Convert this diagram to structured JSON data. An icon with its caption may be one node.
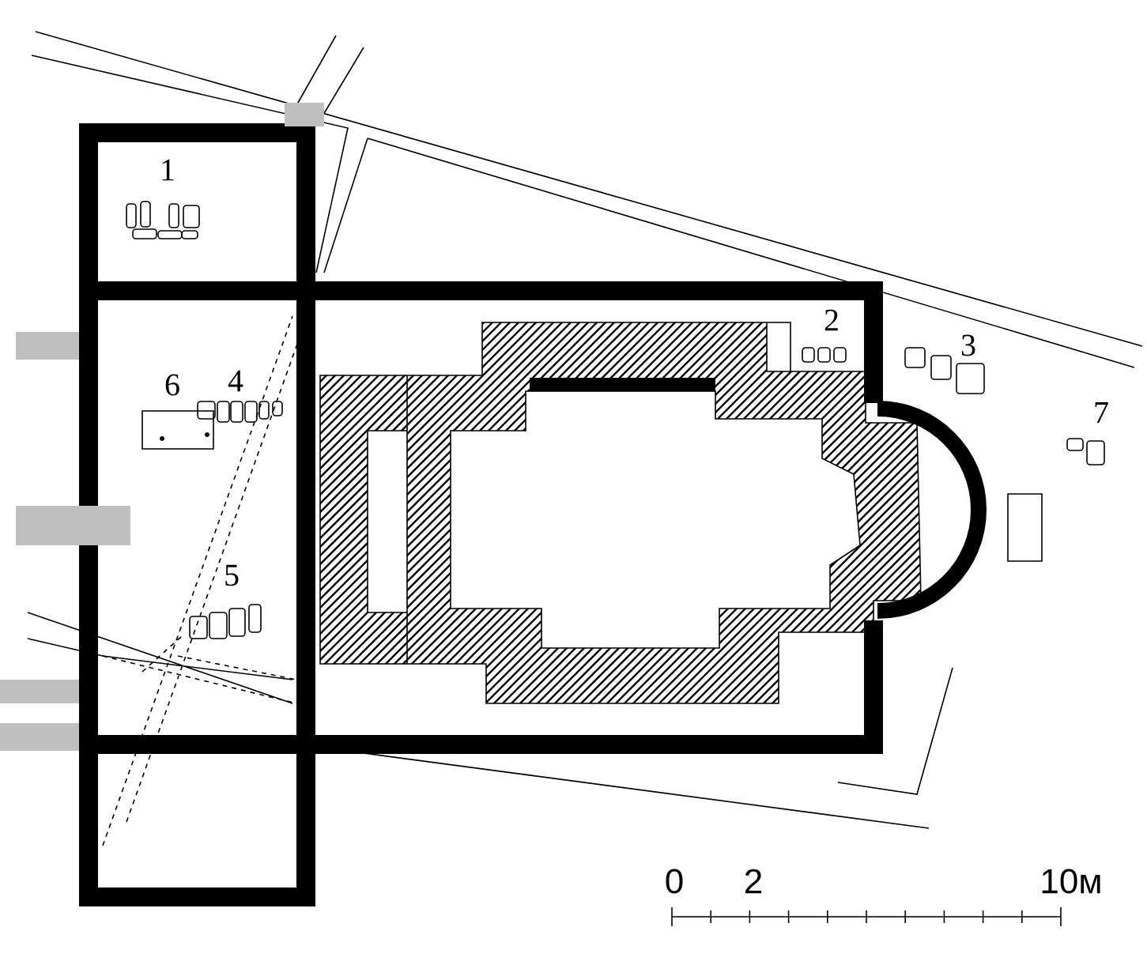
{
  "diagram": {
    "labels": [
      "1",
      "2",
      "3",
      "6",
      "4",
      "7",
      "5",
      "0",
      "2",
      "10м"
    ]
  }
}
